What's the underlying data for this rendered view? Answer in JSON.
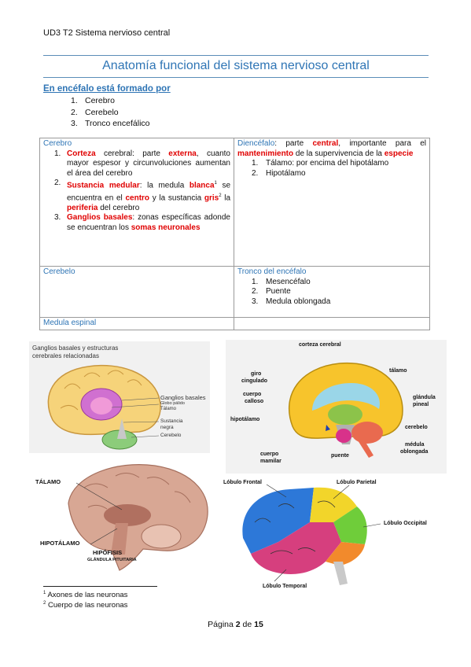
{
  "header": {
    "text": "UD3 T2 Sistema nervioso central"
  },
  "title": "Anatomía funcional del sistema nervioso central",
  "intro": {
    "heading": "En encéfalo está formado por",
    "items": [
      "Cerebro",
      "Cerebelo",
      "Tronco encefálico"
    ]
  },
  "table": {
    "cerebro": {
      "title": "Cerebro",
      "item1": {
        "n": "1.",
        "a": "Corteza",
        "b": " cerebral: parte ",
        "c": "externa",
        "d": ", cuanto mayor espesor y circunvoluciones aumentan el área del cerebro"
      },
      "item2": {
        "n": "2.",
        "a": "Sustancia medular",
        "b": ": la medula ",
        "c": "blanca",
        "sup1": "1",
        "d": " se encuentra en el ",
        "e": "centro",
        "f": " y la sustancia ",
        "g": "gris",
        "sup2": "2",
        "h": " la ",
        "i": "periferia",
        "j": " del cerebro"
      },
      "item3": {
        "n": "3.",
        "a": "Ganglios basales",
        "b": ": zonas específicas adonde se encuentran los ",
        "c": "somas neuronales"
      }
    },
    "diencefalo": {
      "title": "Diencéfalo",
      "a": ": parte ",
      "b": "central",
      "c": ", importante para el ",
      "d": "mantenimiento",
      "e": " de la supervivencia de la ",
      "f": "especie",
      "items": [
        "Tálamo: por encima del hipotálamo",
        "Hipotálamo"
      ]
    },
    "cerebelo": {
      "title": "Cerebelo"
    },
    "tronco": {
      "title": "Tronco del encéfalo",
      "items": [
        "Mesencéfalo",
        "Puente",
        "Medula oblongada"
      ]
    },
    "medula": {
      "title": "Medula espinal"
    }
  },
  "figures": {
    "fig1": {
      "title1": "Ganglios basales y estructuras",
      "title2": "cerebrales relacionadas",
      "labels": [
        "Ganglios basales",
        "Globo pálido",
        "Tálamo",
        "Sustancia",
        "negra",
        "Cerebelo"
      ]
    },
    "fig2": {
      "labels": [
        "corteza cerebral",
        "tálamo",
        "giro",
        "cingulado",
        "cuerpo",
        "calloso",
        "glándula",
        "pineal",
        "hipotálamo",
        "cerebelo",
        "médula",
        "oblongada",
        "cuerpo",
        "mamilar",
        "puente"
      ]
    },
    "fig3": {
      "labels": [
        "TÁLAMO",
        "HIPOTÁLAMO",
        "HIPÓFISIS",
        "GLÁNDULA PITUITARIA"
      ]
    },
    "fig4": {
      "labels": [
        "Lóbulo Frontal",
        "Lóbulo Parietal",
        "Lóbulo Occipital",
        "Lóbulo Temporal"
      ]
    }
  },
  "footnotes": [
    {
      "n": "1",
      "text": " Axones de las neuronas"
    },
    {
      "n": "2",
      "text": " Cuerpo de las neuronas"
    }
  ],
  "page": {
    "prefix": "Página ",
    "current": "2",
    "mid": " de ",
    "total": "15"
  },
  "colors": {
    "accent": "#2f75b5",
    "highlight": "#e00000"
  }
}
